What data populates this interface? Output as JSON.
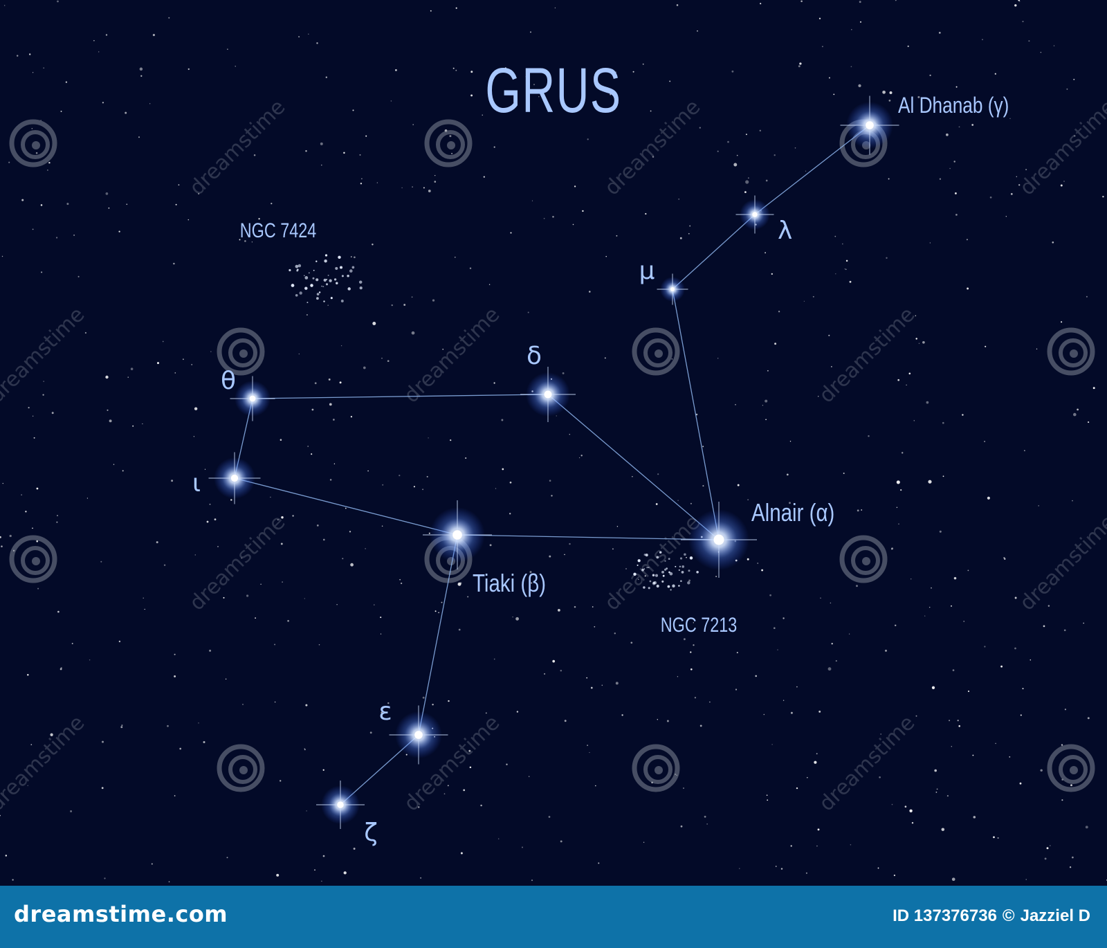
{
  "title": "GRUS",
  "colors": {
    "background": "#030a28",
    "label": "#a9c8ff",
    "line": "#8fb6ee",
    "star_core": "#ffffff",
    "star_glow": "#6fa0ff",
    "footer": "#0e72a8",
    "watermark": "#7f8796"
  },
  "stars": [
    {
      "id": "gamma",
      "label": "Al Dhanab (γ)"
    },
    {
      "id": "lambda",
      "label": "λ"
    },
    {
      "id": "mu",
      "label": "μ"
    },
    {
      "id": "delta",
      "label": "δ"
    },
    {
      "id": "theta",
      "label": "θ"
    },
    {
      "id": "iota",
      "label": "ι"
    },
    {
      "id": "alpha",
      "label": "Alnair (α)"
    },
    {
      "id": "beta",
      "label": "Tiaki (β)"
    },
    {
      "id": "epsilon",
      "label": "ε"
    },
    {
      "id": "zeta",
      "label": "ζ"
    }
  ],
  "constellation_lines": [
    [
      "gamma",
      "lambda"
    ],
    [
      "lambda",
      "mu"
    ],
    [
      "mu",
      "alpha"
    ],
    [
      "theta",
      "delta"
    ],
    [
      "theta",
      "iota"
    ],
    [
      "delta",
      "alpha"
    ],
    [
      "iota",
      "beta"
    ],
    [
      "beta",
      "alpha"
    ],
    [
      "beta",
      "epsilon"
    ],
    [
      "epsilon",
      "zeta"
    ]
  ],
  "deep_sky": [
    {
      "id": "ngc7424",
      "label": "NGC 7424"
    },
    {
      "id": "ngc7213",
      "label": "NGC 7213"
    }
  ],
  "watermark": {
    "site_text": "dreamstime",
    "brand": "dreamstime.com",
    "id_text": "ID 137376736",
    "copyright": "©",
    "author": "Jazziel D"
  }
}
